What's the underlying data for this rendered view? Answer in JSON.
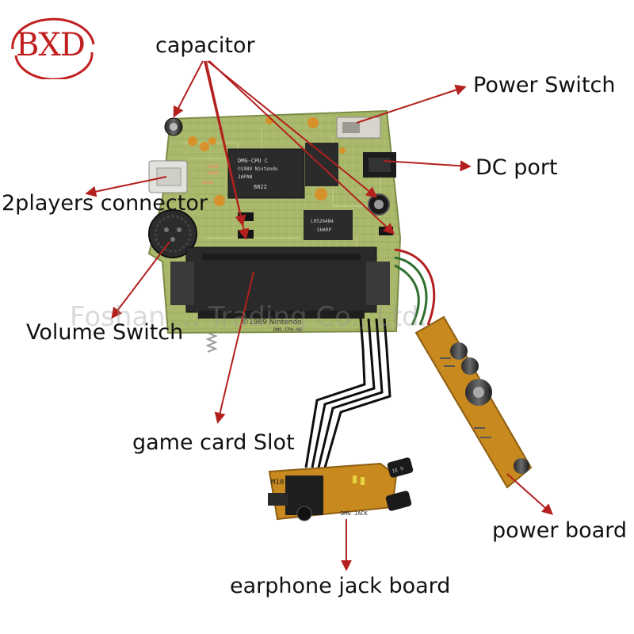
{
  "logo": {
    "text": "BXD",
    "color": "#c0201f"
  },
  "watermark": "Foshan ... Trading Co., Ltd.",
  "board_text": {
    "chip1_line1": "DMG-CPU C",
    "chip1_line2": "©1989 Nintendo",
    "chip1_line3": "JAPAN",
    "chip1_line4": "8822",
    "chip2_line1": "LH5264N4",
    "chip2_line2": "SHARP",
    "brand": "©1989 Nintendo",
    "board_id": "DMG-CPU-06",
    "jack_board_id": "DMG JACK",
    "jack_m10": "M10",
    "cap_label": "1E 9"
  },
  "labels": {
    "capacitor": "capacitor",
    "power_switch": "Power Switch",
    "dc_port": "DC port",
    "two_players": "2players connector",
    "volume_switch": "Volume Switch",
    "game_card_slot": "game card Slot",
    "power_board": "power board",
    "earphone_jack_board": "earphone jack board"
  },
  "colors": {
    "arrow": "#b3201e",
    "pcb": "#a9b86b",
    "slot": "#2a2a2a",
    "power_board": "#c8891e"
  }
}
